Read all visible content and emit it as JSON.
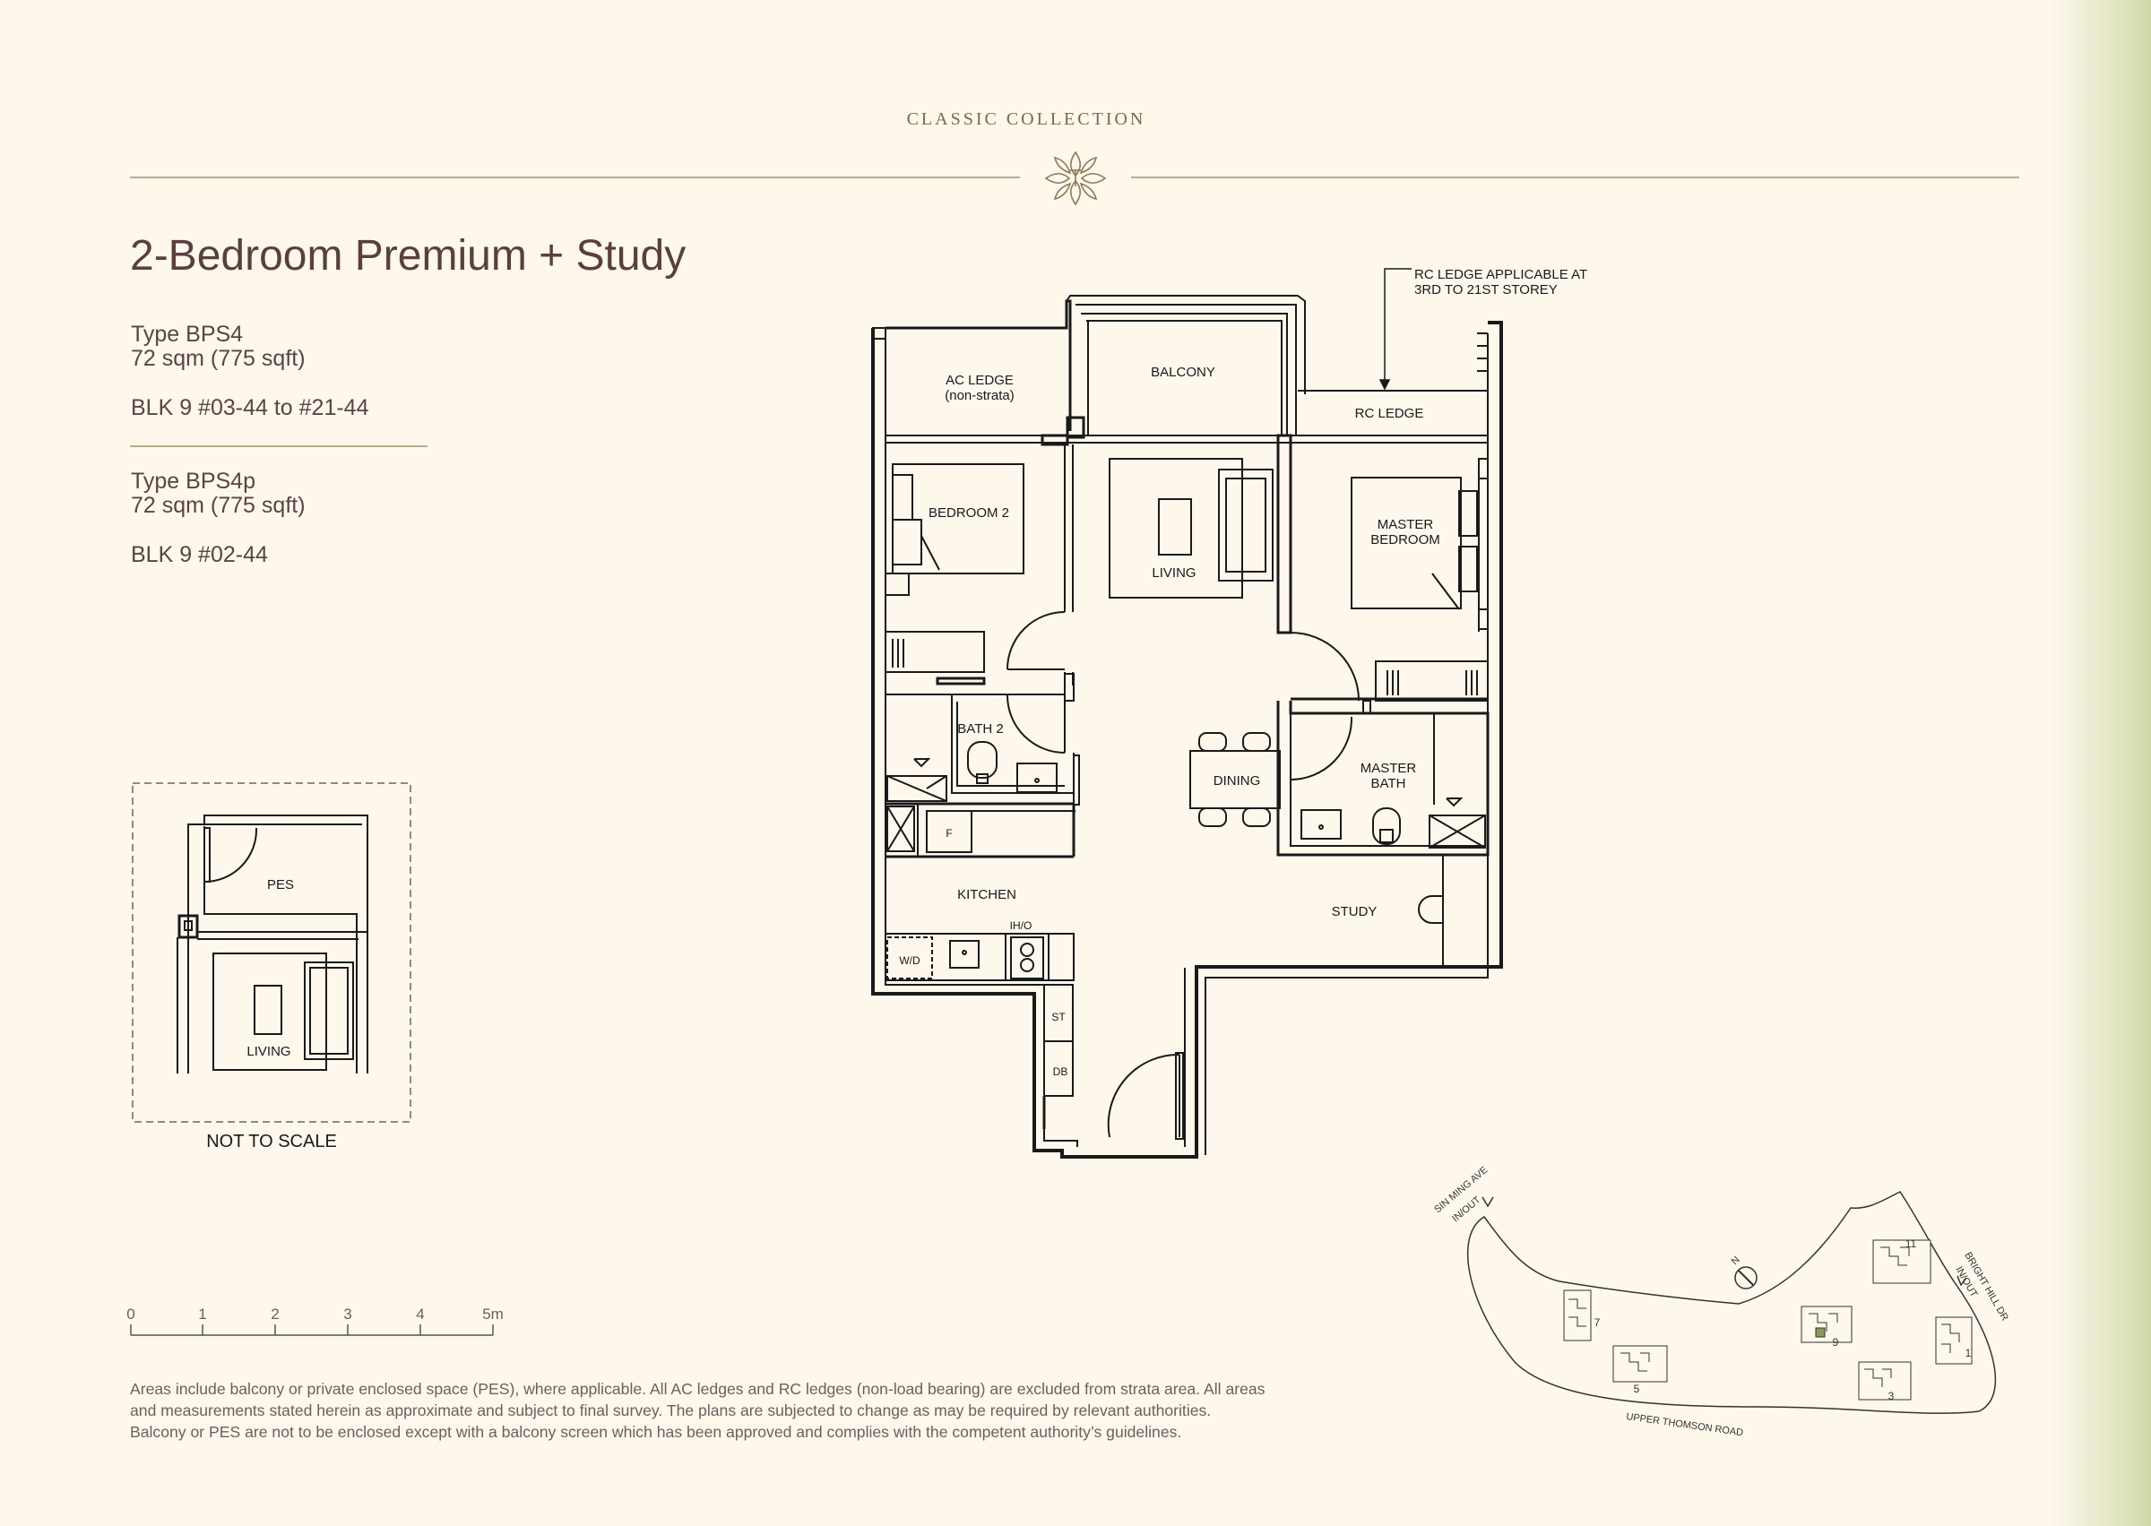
{
  "header": {
    "collection": "CLASSIC COLLECTION"
  },
  "unit": {
    "title": "2-Bedroom Premium + Study",
    "types": [
      {
        "name": "Type BPS4",
        "area": "72 sqm (775 sqft)",
        "units": "BLK 9 #03-44 to #21-44"
      },
      {
        "name": "Type BPS4p",
        "area": "72 sqm (775 sqft)",
        "units": "BLK 9 #02-44"
      }
    ]
  },
  "floorplan": {
    "rooms": {
      "ac_ledge": "AC LEDGE",
      "ac_ledge_note": "(non-strata)",
      "balcony": "BALCONY",
      "rc_ledge": "RC LEDGE",
      "bedroom2": "BEDROOM 2",
      "living": "LIVING",
      "master_bedroom_1": "MASTER",
      "master_bedroom_2": "BEDROOM",
      "bath2": "BATH 2",
      "dining": "DINING",
      "master_bath_1": "MASTER",
      "master_bath_2": "BATH",
      "kitchen": "KITCHEN",
      "study": "STUDY"
    },
    "fixtures": {
      "fridge": "F",
      "washer_dryer": "W/D",
      "hob": "IH/O",
      "store": "ST",
      "db": "DB"
    },
    "note_line1": "RC LEDGE APPLICABLE AT",
    "note_line2": "3RD TO 21ST STOREY"
  },
  "pes_inset": {
    "pes": "PES",
    "living": "LIVING",
    "caption": "NOT TO SCALE"
  },
  "scale_bar": {
    "labels": [
      "0",
      "1",
      "2",
      "3",
      "4",
      "5m"
    ]
  },
  "site_plan": {
    "roads": {
      "sin_ming_1": "SIN MING AVE",
      "sin_ming_2": "IN/OUT",
      "bright_hill_1": "BRIGHT HILL DR",
      "bright_hill_2": "IN/OUT",
      "upper_thomson": "UPPER THOMSON ROAD"
    },
    "north": "N",
    "blocks": [
      "7",
      "5",
      "9",
      "3",
      "11",
      "1"
    ]
  },
  "disclaimer": [
    "Areas include balcony or private enclosed space (PES), where applicable. All AC ledges and RC ledges (non-load bearing) are excluded from strata area. All areas",
    "and measurements stated herein as approximate and subject to final survey. The plans are subjected to change as may be required by relevant authorities.",
    "Balcony or PES are not to be enclosed except with a balcony screen which has been approved and complies with the competent authority’s guidelines."
  ],
  "colors": {
    "background": "#fdf7ec",
    "title": "#5a3f3f",
    "rule": "#b9ad92",
    "accent_green": "#cfd6a6",
    "ink": "#1a1a1a"
  }
}
